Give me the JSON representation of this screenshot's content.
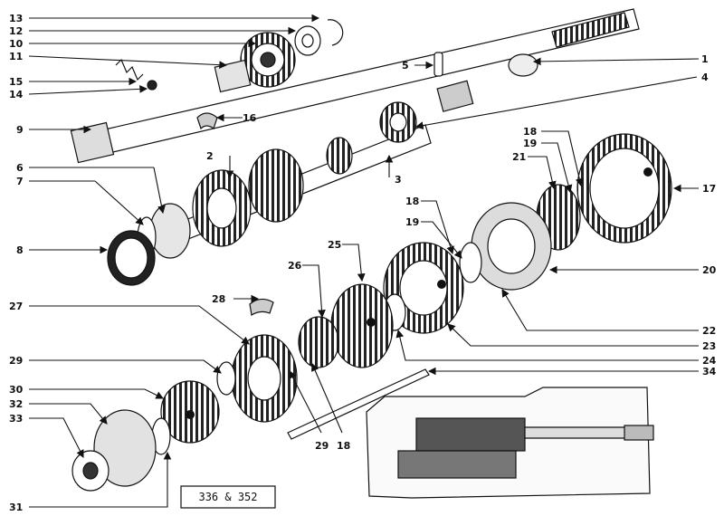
{
  "diagram": {
    "plate_label": "336 & 352",
    "callouts": {
      "c1": "1",
      "c2": "2",
      "c3": "3",
      "c4": "4",
      "c5": "5",
      "c6": "6",
      "c7": "7",
      "c8": "8",
      "c9": "9",
      "c10": "10",
      "c11": "11",
      "c12": "12",
      "c13": "13",
      "c14": "14",
      "c15": "15",
      "c16": "16",
      "c17": "17",
      "c18a": "18",
      "c18b": "18",
      "c18c": "18",
      "c19a": "19",
      "c19b": "19",
      "c20": "20",
      "c21": "21",
      "c22": "22",
      "c23": "23",
      "c24": "24",
      "c25": "25",
      "c26": "26",
      "c27": "27",
      "c28": "28",
      "c29a": "29",
      "c29b": "29",
      "c30": "30",
      "c31": "31",
      "c32": "32",
      "c33": "33",
      "c34": "34"
    }
  }
}
